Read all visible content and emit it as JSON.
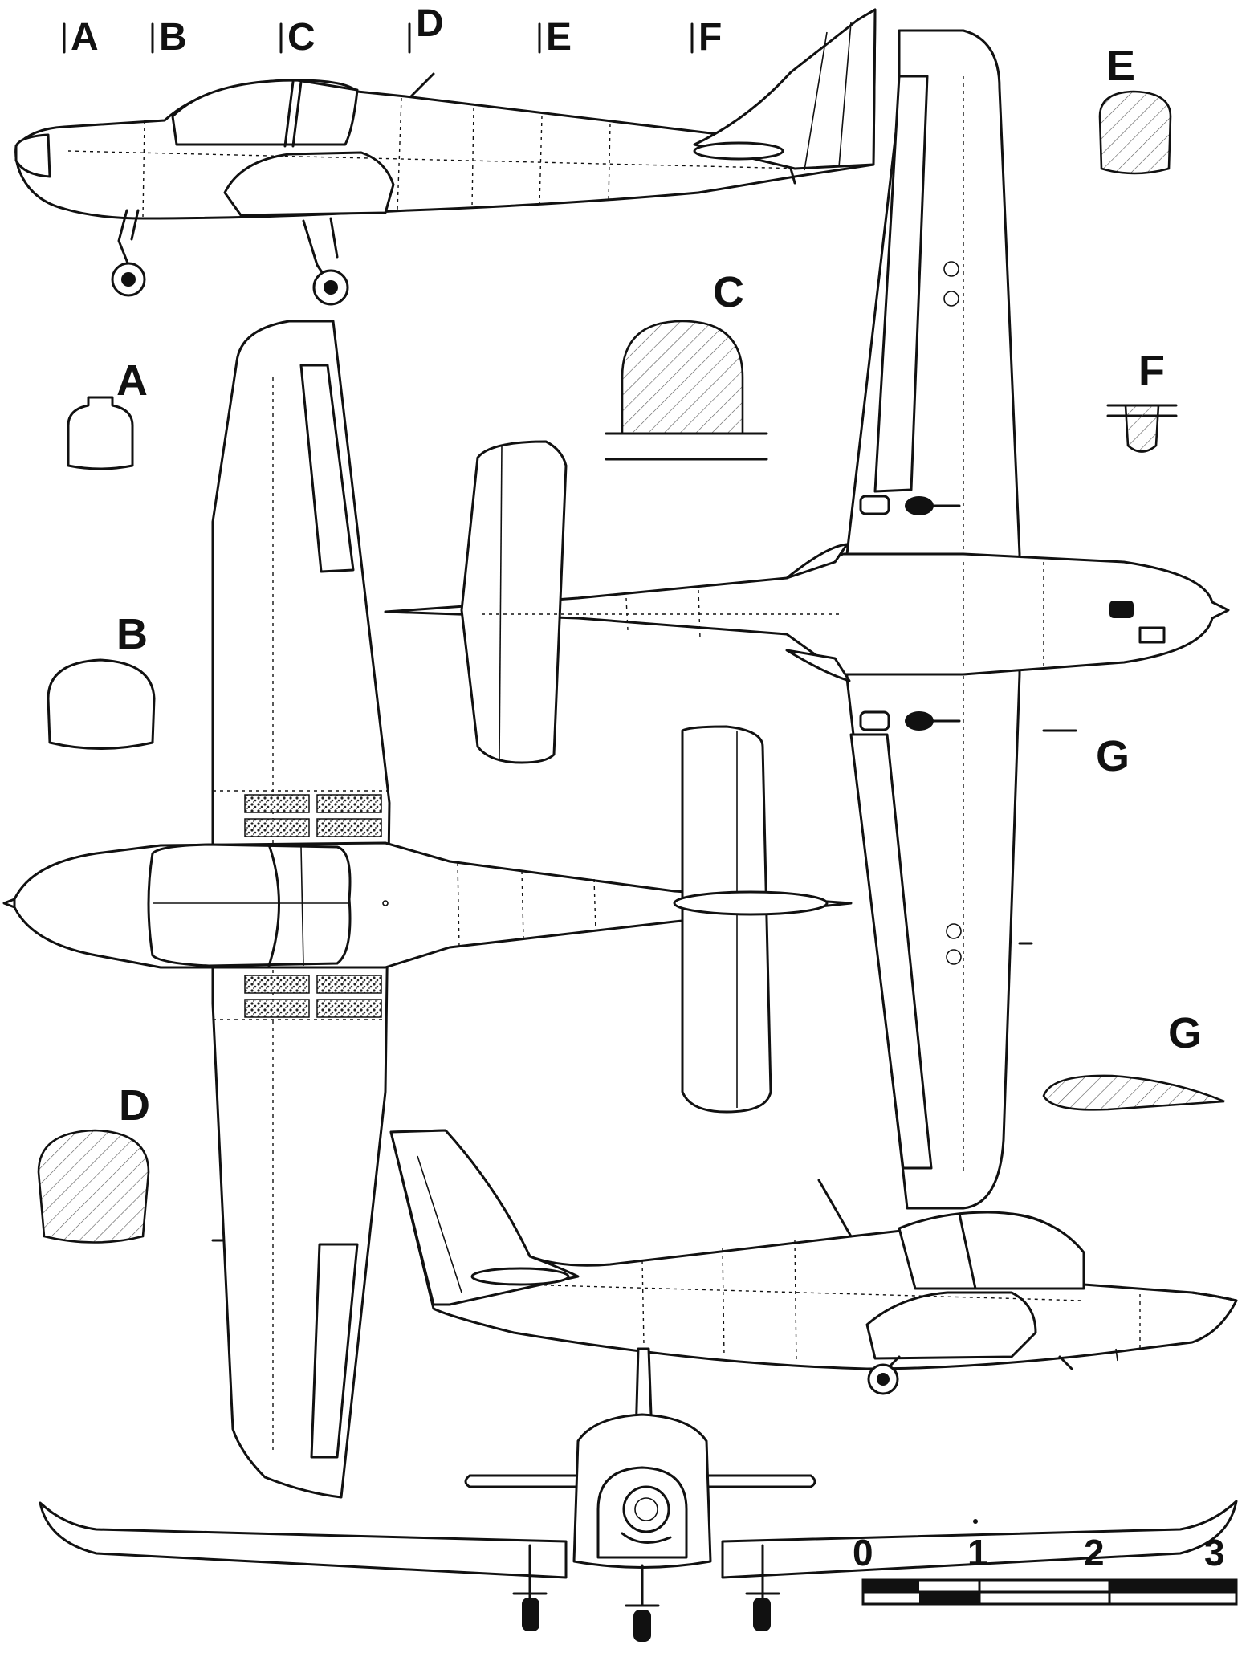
{
  "station_marks": [
    "A",
    "B",
    "C",
    "D",
    "E",
    "F"
  ],
  "sections": {
    "A": "A",
    "B": "B",
    "C": "C",
    "D": "D",
    "E": "E",
    "F": "F",
    "G": "G"
  },
  "wing_section_marker": "G",
  "scale": {
    "ticks": [
      "0",
      "1",
      "2",
      "3"
    ]
  }
}
